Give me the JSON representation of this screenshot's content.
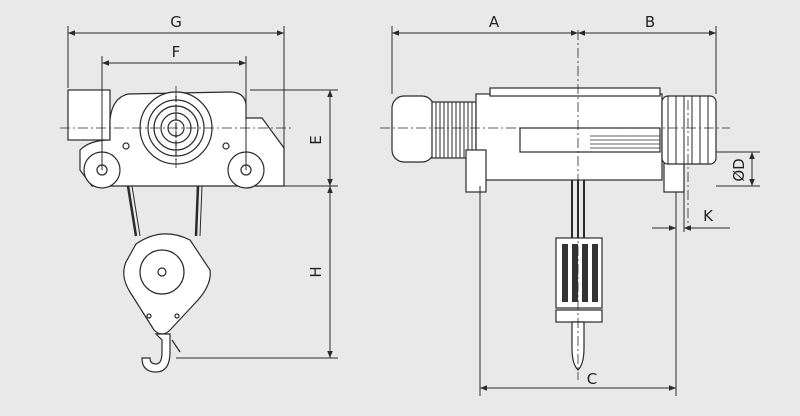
{
  "dimensions": {
    "A": "A",
    "B": "B",
    "C": "C",
    "D": "ØD",
    "E": "E",
    "F": "F",
    "G": "G",
    "H": "H",
    "K": "K"
  },
  "colors": {
    "background": "#e9e9e9",
    "line": "#2a2a2a",
    "part_fill": "#ffffff",
    "dark_fill": "#333333"
  }
}
